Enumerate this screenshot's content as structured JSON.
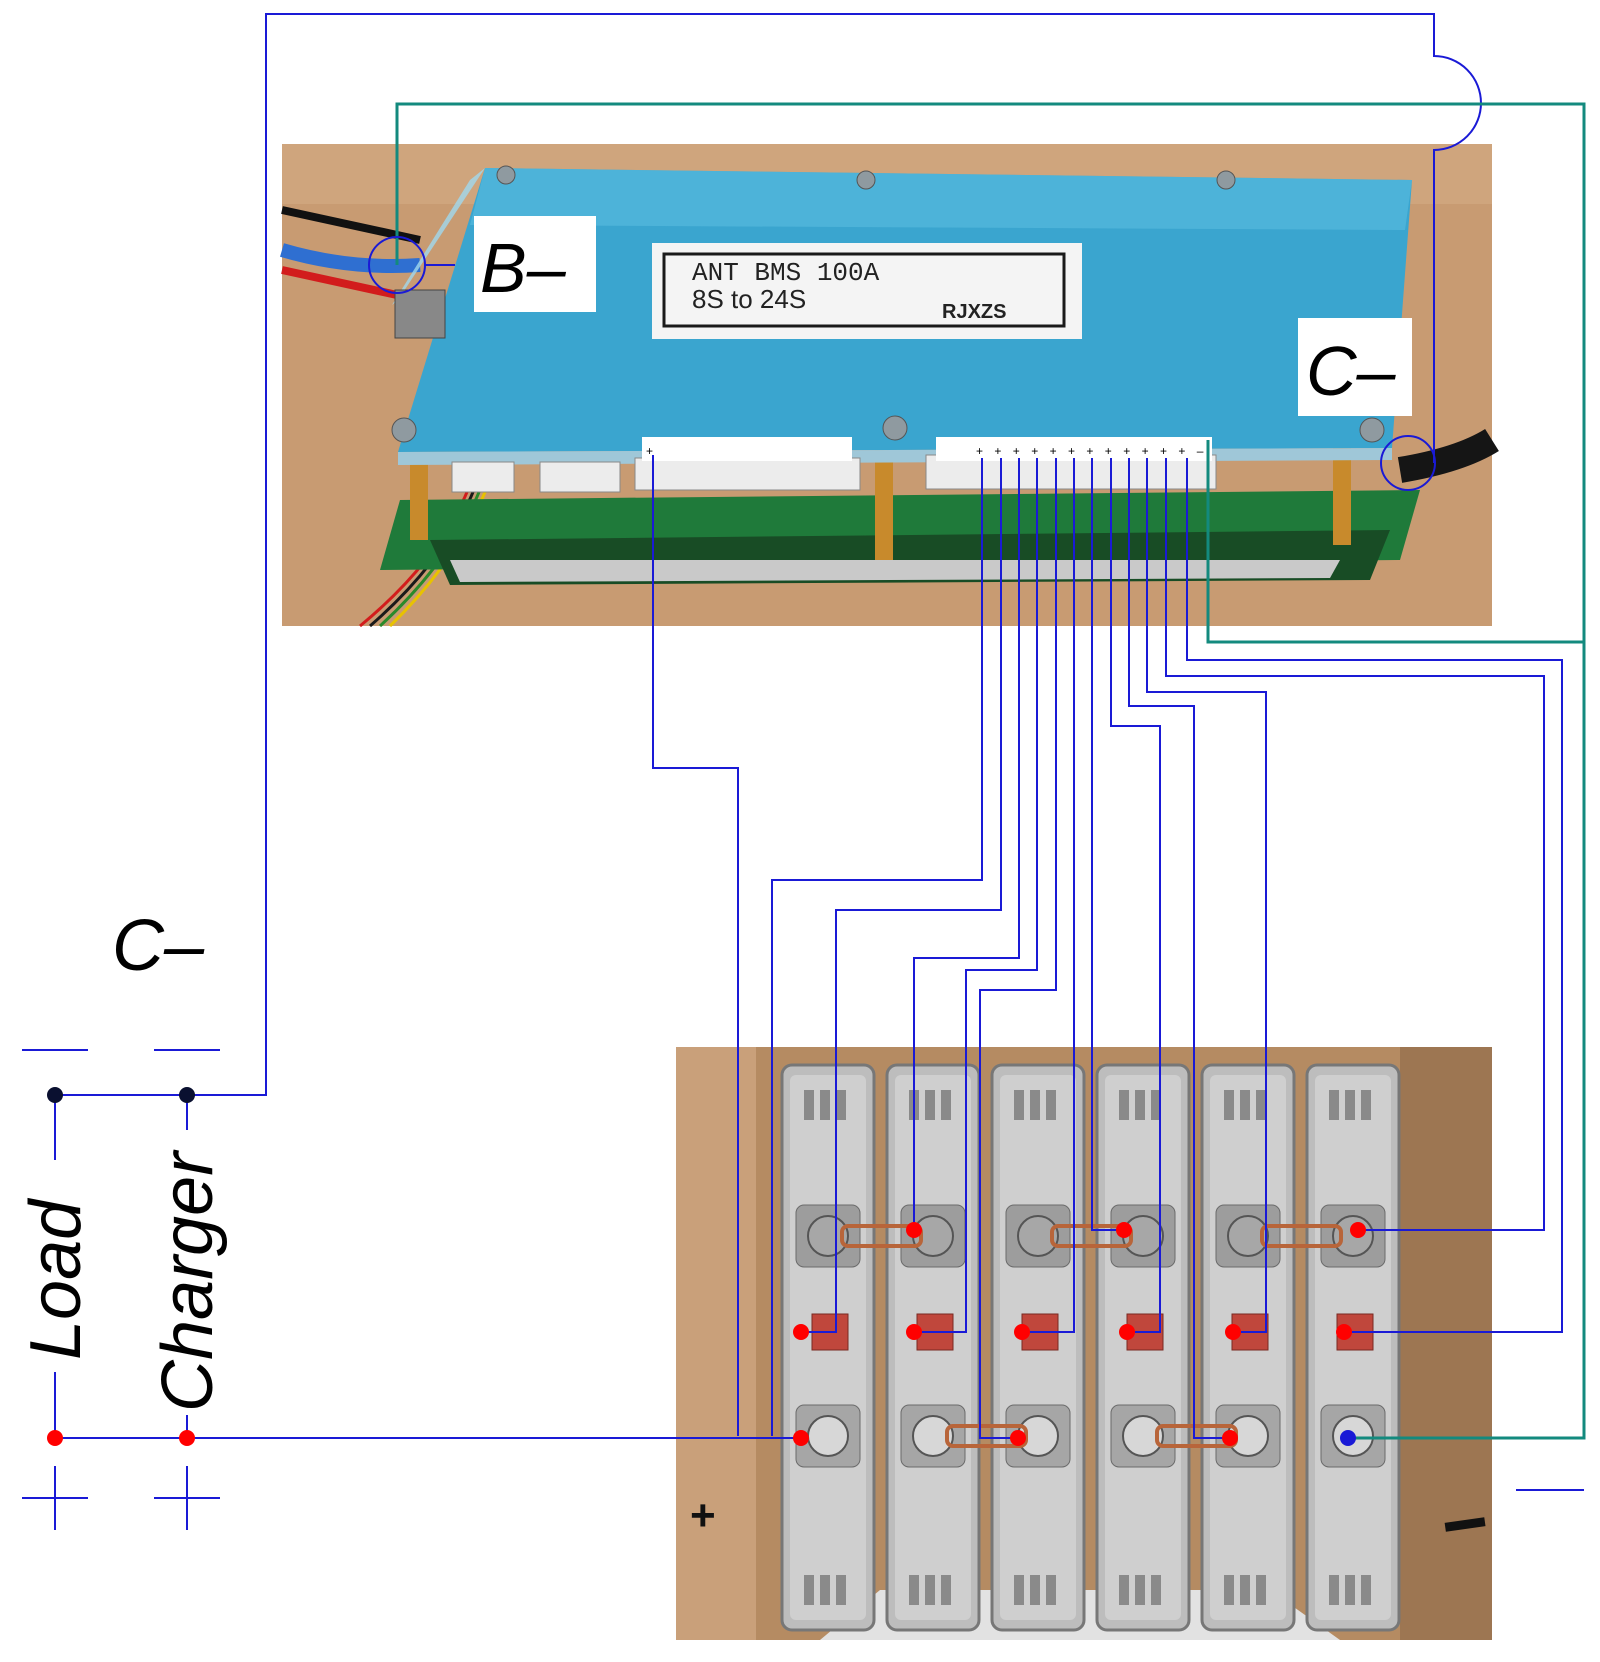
{
  "bms_label": {
    "line1": "ANT  BMS  100A",
    "line2": "8S  to  24S",
    "brand": "RJXZS"
  },
  "terminals": {
    "b_minus": "B–",
    "c_minus_board": "C–",
    "c_minus_left": "C–"
  },
  "outputs": {
    "load": "Load",
    "charger": "Charger"
  },
  "polarity": {
    "minus": "—",
    "plus": "+",
    "pack_minus": "—"
  },
  "connector_pins": {
    "single": "+",
    "balance": [
      "+",
      "+",
      "+",
      "+",
      "+",
      "+",
      "+",
      "+",
      "+",
      "+",
      "+",
      "+",
      "–"
    ]
  },
  "colors": {
    "wire_blue": "#1a1ad6",
    "wire_teal": "#138a7e",
    "dot_red": "#ff0000",
    "dot_dark": "#0a1030",
    "board_blue": "#3aa5cf",
    "pcb_green": "#1f7a3a",
    "table_wood": "#c79a70",
    "cell_silver": "#b9b9b9"
  },
  "cells": {
    "count": 6
  }
}
